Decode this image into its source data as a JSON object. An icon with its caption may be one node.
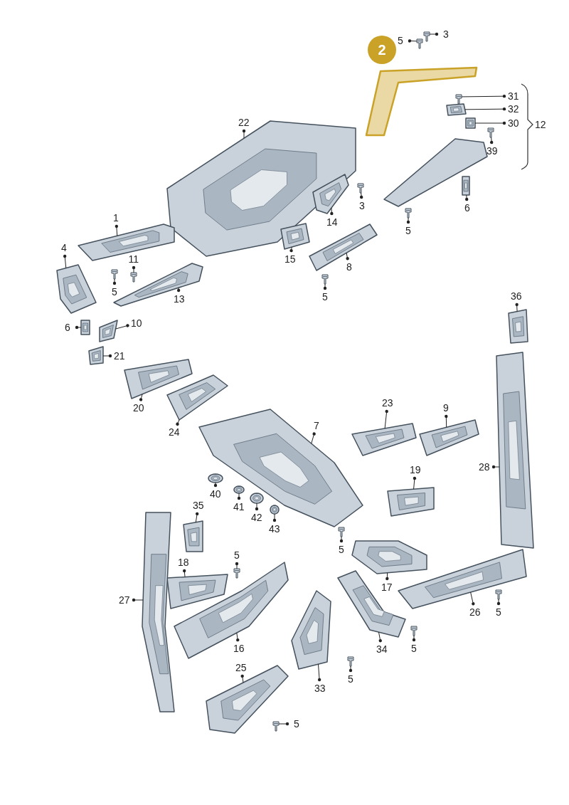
{
  "diagram": {
    "nodes": [
      {
        "text": [
          "2"
        ]
      },
      {
        "text": [
          "5"
        ]
      },
      {
        "text": [
          "3"
        ]
      },
      {
        "text": [
          "31"
        ]
      },
      {
        "text": [
          "32"
        ]
      },
      {
        "text": [
          "30"
        ]
      },
      {
        "text": [
          "39"
        ]
      },
      {
        "text": [
          "22"
        ]
      },
      {
        "text": [
          "3"
        ]
      },
      {
        "text": [
          "6"
        ]
      },
      {
        "text": [
          "5"
        ]
      },
      {
        "text": [
          "1"
        ]
      },
      {
        "text": [
          "14"
        ]
      },
      {
        "text": [
          "4"
        ]
      },
      {
        "text": [
          "11"
        ]
      },
      {
        "text": [
          "5"
        ]
      },
      {
        "text": [
          "15"
        ]
      },
      {
        "text": [
          "8"
        ]
      },
      {
        "text": [
          "13"
        ]
      },
      {
        "text": [
          "5"
        ]
      },
      {
        "text": [
          "6"
        ]
      },
      {
        "text": [
          "10"
        ]
      },
      {
        "text": [
          "21"
        ]
      },
      {
        "text": [
          "36"
        ]
      },
      {
        "text": [
          "20"
        ]
      },
      {
        "text": [
          "24"
        ]
      },
      {
        "text": [
          "23"
        ]
      },
      {
        "text": [
          "9"
        ]
      },
      {
        "text": [
          "7"
        ]
      },
      {
        "text": [
          "28"
        ]
      },
      {
        "text": [
          "19"
        ]
      },
      {
        "text": [
          "40"
        ]
      },
      {
        "text": [
          "35"
        ]
      },
      {
        "text": [
          "41"
        ]
      },
      {
        "text": [
          "42"
        ]
      },
      {
        "text": [
          "43"
        ]
      },
      {
        "text": [
          "5"
        ]
      },
      {
        "text": [
          "5"
        ]
      },
      {
        "text": [
          "18"
        ]
      },
      {
        "text": [
          "17"
        ]
      },
      {
        "text": [
          "27"
        ]
      },
      {
        "text": [
          "26"
        ]
      },
      {
        "text": [
          "5"
        ]
      },
      {
        "text": [
          "16"
        ]
      },
      {
        "text": [
          "34"
        ]
      },
      {
        "text": [
          "5"
        ]
      },
      {
        "text": [
          "25"
        ]
      },
      {
        "text": [
          "33"
        ]
      },
      {
        "text": [
          "5"
        ]
      },
      {
        "text": [
          "5"
        ]
      },
      {
        "text": [],
        "shape": "picture"
      },
      {
        "text": [],
        "shape": "picture"
      },
      {
        "text": [],
        "shape": "picture"
      },
      {
        "text": [],
        "shape": "picture"
      },
      {
        "text": [],
        "shape": "picture"
      },
      {
        "text": [],
        "shape": "picture"
      },
      {
        "text": [],
        "shape": "picture"
      },
      {
        "text": [],
        "shape": "picture"
      },
      {
        "text": [],
        "shape": "picture"
      },
      {
        "text": [],
        "shape": "picture"
      },
      {
        "text": [],
        "shape": "picture"
      },
      {
        "text": [],
        "shape": "picture"
      },
      {
        "text": [],
        "shape": "picture"
      },
      {
        "text": [],
        "shape": "picture"
      },
      {
        "text": [],
        "shape": "picture"
      },
      {
        "text": [],
        "shape": "picture"
      },
      {
        "text": [],
        "shape": "picture"
      },
      {
        "text": [],
        "shape": "picture"
      },
      {
        "text": [],
        "shape": "picture"
      },
      {
        "text": [],
        "shape": "picture"
      },
      {
        "text": [],
        "shape": "picture"
      },
      {
        "text": [],
        "shape": "picture"
      },
      {
        "text": [],
        "shape": "picture"
      },
      {
        "text": [],
        "shape": "picture"
      },
      {
        "text": [],
        "shape": "picture"
      },
      {
        "text": [],
        "shape": "picture"
      },
      {
        "text": [],
        "shape": "picture"
      },
      {
        "text": [],
        "shape": "picture"
      },
      {
        "text": [],
        "shape": "picture"
      },
      {
        "text": [],
        "shape": "picture"
      },
      {
        "text": [],
        "shape": "picture"
      },
      {
        "text": [],
        "shape": "picture"
      },
      {
        "text": [],
        "shape": "picture"
      },
      {
        "text": [],
        "shape": "picture"
      },
      {
        "text": [],
        "shape": "picture"
      },
      {
        "text": [],
        "shape": "picture"
      },
      {
        "text": [],
        "shape": "picture"
      },
      {
        "text": [],
        "shape": "picture"
      },
      {
        "text": [],
        "shape": "picture"
      },
      {
        "text": [],
        "shape": "picture"
      },
      {
        "text": [],
        "shape": "picture"
      },
      {
        "text": [],
        "shape": "picture"
      },
      {
        "text": [],
        "shape": "picture"
      },
      {
        "text": [],
        "shape": "picture"
      },
      {
        "text": [],
        "shape": "picture"
      },
      {
        "text": [],
        "shape": "picture"
      },
      {
        "text": [],
        "shape": "picture"
      },
      {
        "text": [],
        "shape": "picture"
      },
      {
        "text": [],
        "shape": "picture"
      }
    ],
    "edges": [
      {
        "from": 1,
        "to": 50,
        "arrow": "other"
      },
      {
        "from": 2,
        "to": 51,
        "arrow": "other"
      },
      {
        "from": 3,
        "to": 52,
        "arrow": "other"
      },
      {
        "from": 4,
        "to": 53,
        "arrow": "other"
      },
      {
        "from": 5,
        "to": 54,
        "arrow": "other"
      },
      {
        "from": 6,
        "to": 55,
        "arrow": "other"
      },
      {
        "from": 7,
        "to": 56,
        "arrow": "other"
      },
      {
        "from": 8,
        "to": 57,
        "arrow": "other"
      },
      {
        "from": 9,
        "to": 58,
        "arrow": "other"
      },
      {
        "from": 10,
        "to": 59,
        "arrow": "other"
      },
      {
        "from": 11,
        "to": 60,
        "arrow": "other"
      },
      {
        "from": 12,
        "to": 61,
        "arrow": "other"
      },
      {
        "from": 13,
        "to": 62,
        "arrow": "other"
      },
      {
        "from": 14,
        "to": 63,
        "arrow": "other"
      },
      {
        "from": 15,
        "to": 64,
        "arrow": "other"
      },
      {
        "from": 16,
        "to": 65,
        "arrow": "other"
      },
      {
        "from": 17,
        "to": 66,
        "arrow": "other"
      },
      {
        "from": 18,
        "to": 67,
        "arrow": "other"
      },
      {
        "from": 19,
        "to": 68,
        "arrow": "other"
      },
      {
        "from": 20,
        "to": 69,
        "arrow": "other"
      },
      {
        "from": 21,
        "to": 70,
        "arrow": "other"
      },
      {
        "from": 22,
        "to": 71,
        "arrow": "other"
      },
      {
        "from": 23,
        "to": 72,
        "arrow": "other"
      },
      {
        "from": 24,
        "to": 73,
        "arrow": "other"
      },
      {
        "from": 25,
        "to": 74,
        "arrow": "other"
      },
      {
        "from": 26,
        "to": 75,
        "arrow": "other"
      },
      {
        "from": 27,
        "to": 76,
        "arrow": "other"
      },
      {
        "from": 28,
        "to": 77,
        "arrow": "other"
      },
      {
        "from": 29,
        "to": 78,
        "arrow": "other"
      },
      {
        "from": 30,
        "to": 79,
        "arrow": "other"
      },
      {
        "from": 31,
        "to": 80,
        "arrow": "other"
      },
      {
        "from": 32,
        "to": 81,
        "arrow": "other"
      },
      {
        "from": 33,
        "to": 82,
        "arrow": "other"
      },
      {
        "from": 34,
        "to": 83,
        "arrow": "other"
      },
      {
        "from": 35,
        "to": 84,
        "arrow": "other"
      },
      {
        "from": 36,
        "to": 85,
        "arrow": "other"
      },
      {
        "from": 37,
        "to": 86,
        "arrow": "other"
      },
      {
        "from": 38,
        "to": 87,
        "arrow": "other"
      },
      {
        "from": 39,
        "to": 88,
        "arrow": "other"
      },
      {
        "from": 40,
        "to": 89,
        "arrow": "other"
      },
      {
        "from": 41,
        "to": 90,
        "arrow": "other"
      },
      {
        "from": 42,
        "to": 91,
        "arrow": "other"
      },
      {
        "from": 43,
        "to": 92,
        "arrow": "other"
      },
      {
        "from": 44,
        "to": 93,
        "arrow": "other"
      },
      {
        "from": 45,
        "to": 94,
        "arrow": "other"
      },
      {
        "from": 46,
        "to": 95,
        "arrow": "other"
      },
      {
        "from": 47,
        "to": 96,
        "arrow": "other"
      },
      {
        "from": 48,
        "to": 97,
        "arrow": "other"
      },
      {
        "from": 49,
        "to": 98,
        "arrow": "other"
      }
    ],
    "labels": [
      "12"
    ]
  }
}
